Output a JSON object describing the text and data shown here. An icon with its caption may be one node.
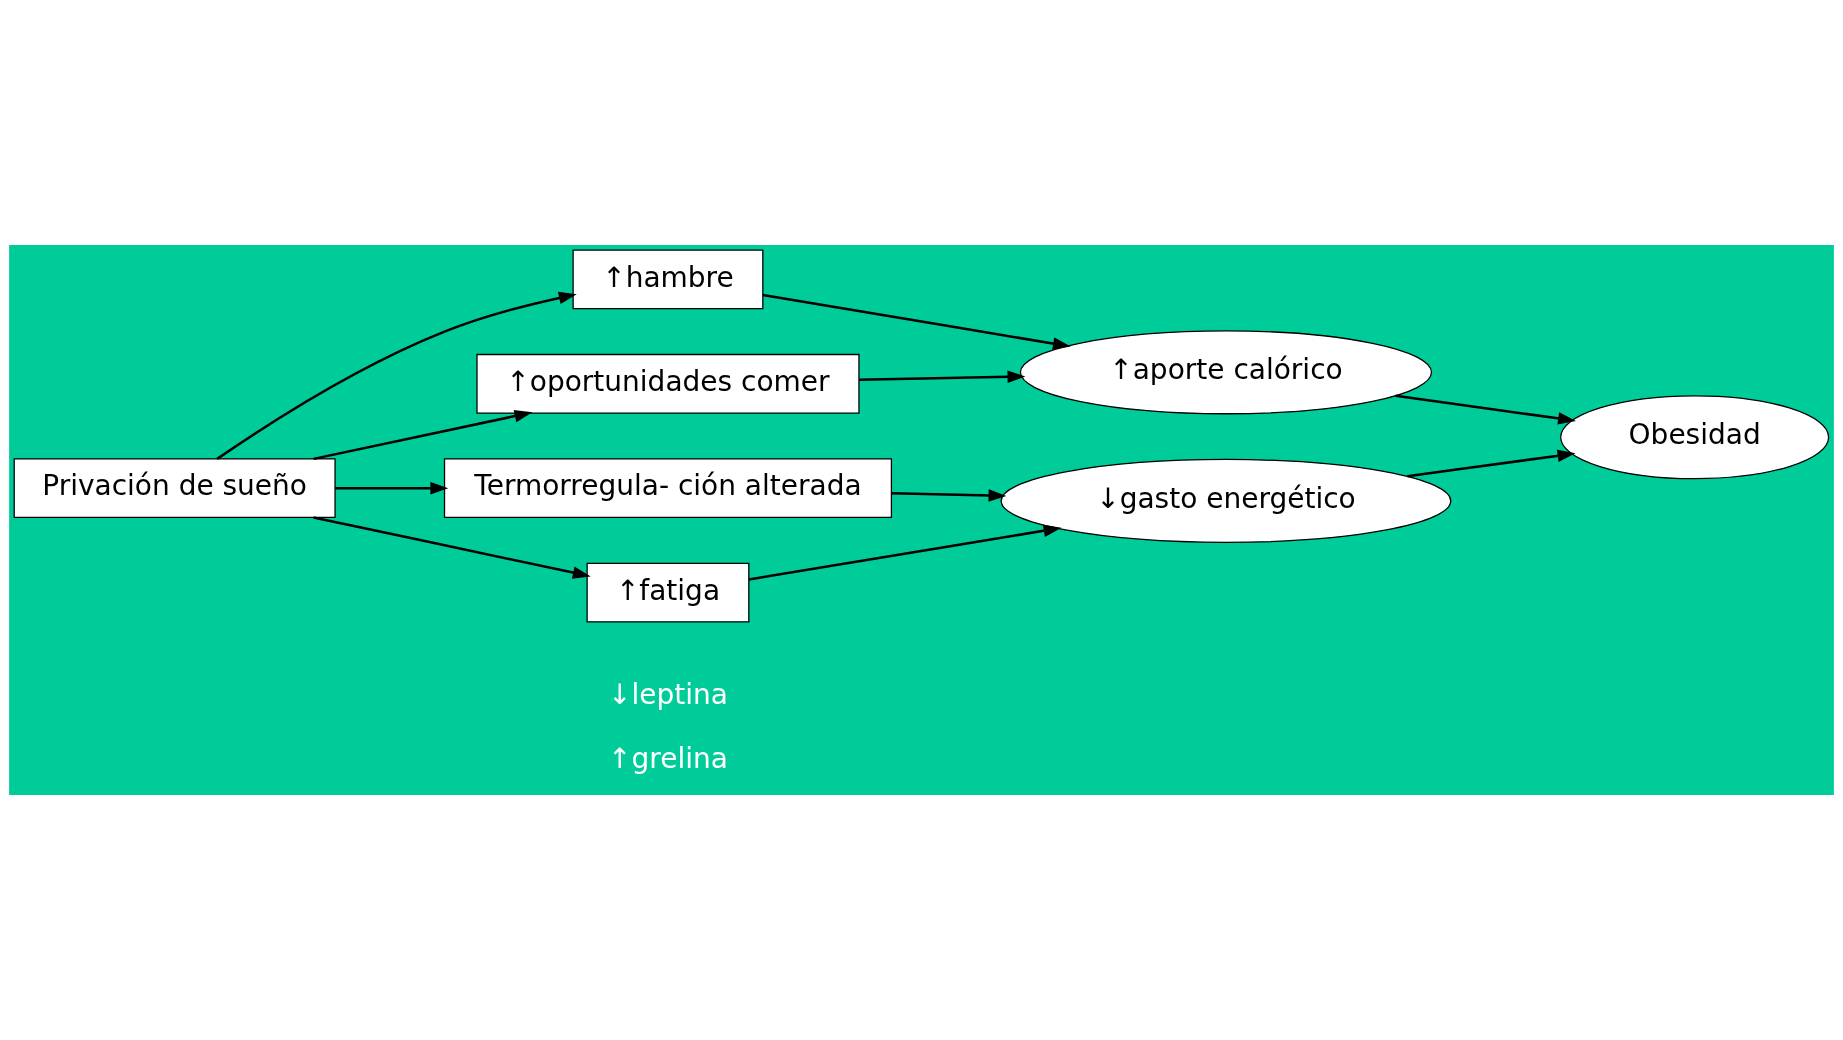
{
  "diagram": {
    "nodes": [
      {
        "text": [
          "Privación de sueño"
        ]
      },
      {
        "text": [
          "↑hambre"
        ]
      },
      {
        "text": [
          "↑oportunidades comer"
        ]
      },
      {
        "text": [
          "Termorregula- ción alterada"
        ]
      },
      {
        "text": [
          "↑fatiga"
        ]
      },
      {
        "text": [
          "↑aporte calórico"
        ]
      },
      {
        "text": [
          "↓gasto energético"
        ]
      },
      {
        "text": [
          "Obesidad"
        ]
      }
    ],
    "edges": [
      {
        "from": 0,
        "to": 1,
        "arrow": "to"
      },
      {
        "from": 0,
        "to": 2,
        "arrow": "to"
      },
      {
        "from": 0,
        "to": 3,
        "arrow": "to"
      },
      {
        "from": 0,
        "to": 4,
        "arrow": "to"
      },
      {
        "from": 1,
        "to": 5,
        "arrow": "to"
      },
      {
        "from": 2,
        "to": 5,
        "arrow": "to"
      },
      {
        "from": 3,
        "to": 6,
        "arrow": "to"
      },
      {
        "from": 4,
        "to": 6,
        "arrow": "to"
      },
      {
        "from": 5,
        "to": 7,
        "arrow": "to"
      },
      {
        "from": 6,
        "to": 7,
        "arrow": "to"
      }
    ],
    "labels": [
      "↓leptina",
      "↑grelina"
    ]
  }
}
